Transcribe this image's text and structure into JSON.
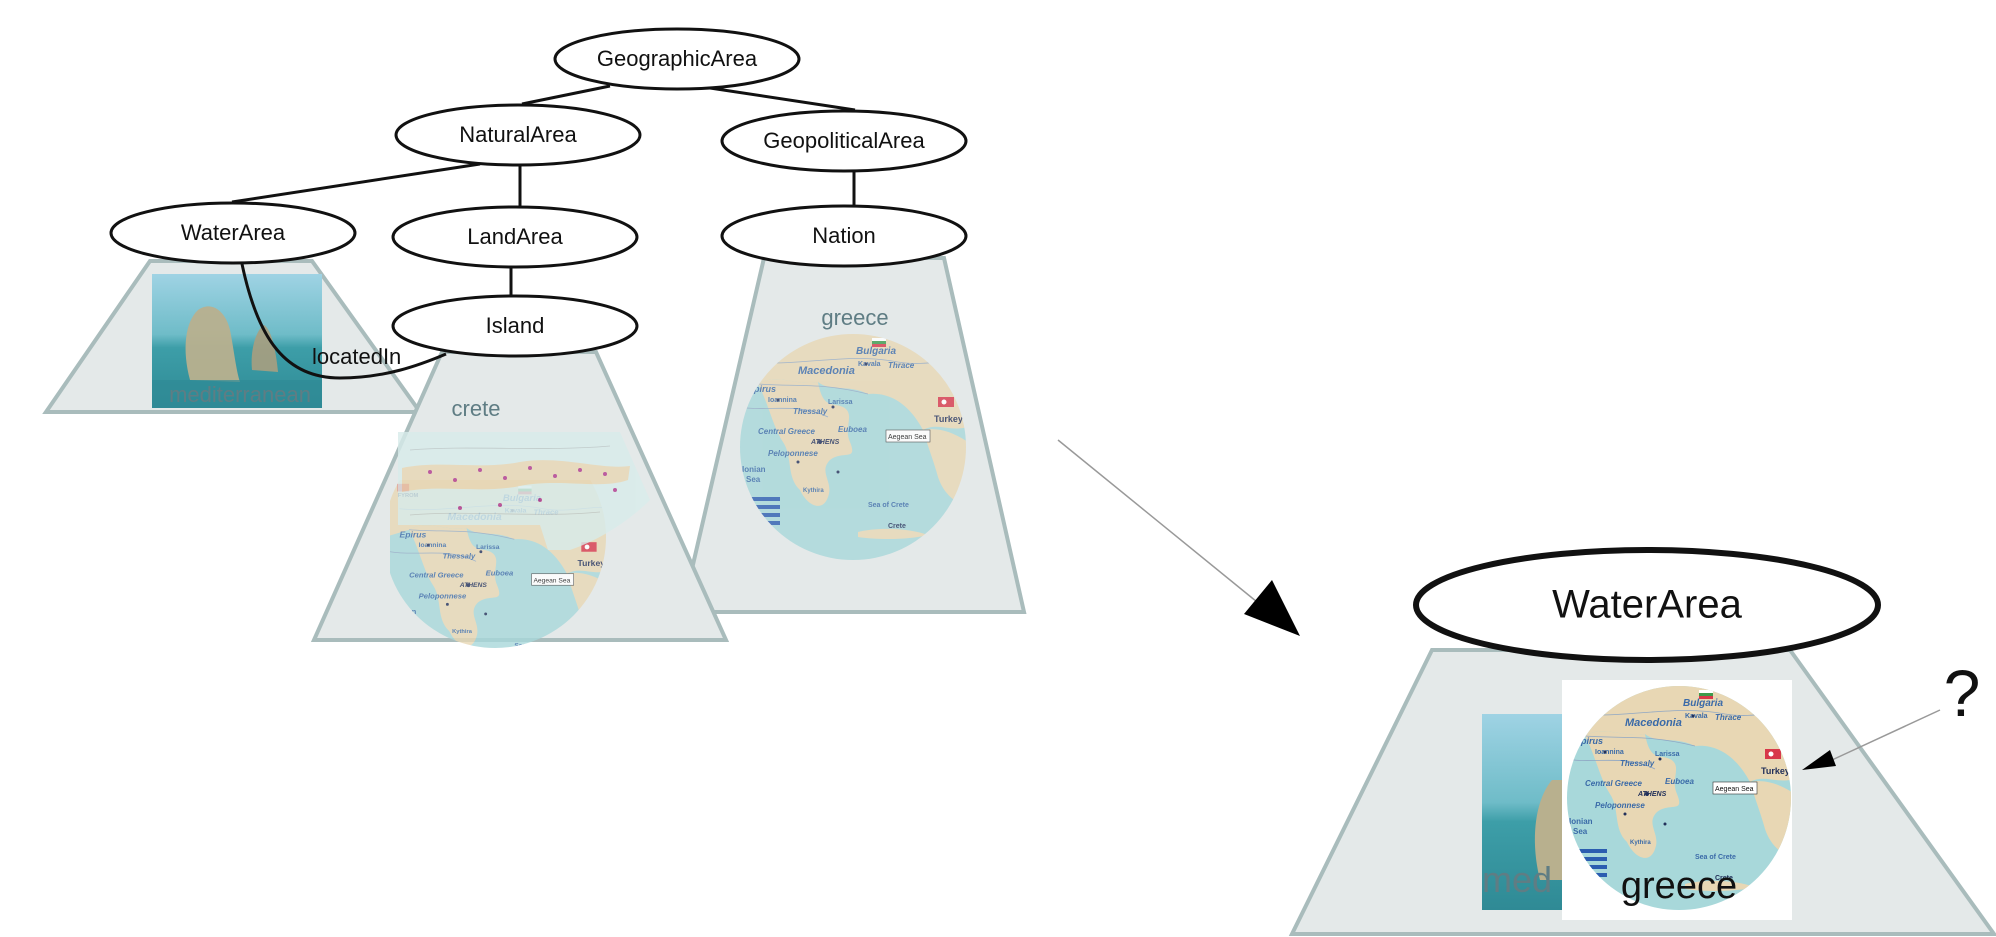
{
  "diagram": {
    "nodes": {
      "geographic_area": "GeographicArea",
      "natural_area": "NaturalArea",
      "geopolitical_area": "GeopoliticalArea",
      "water_area": "WaterArea",
      "land_area": "LandArea",
      "nation": "Nation",
      "island": "Island"
    },
    "relation_label": "locatedIn",
    "instances": {
      "mediterranean": "mediterranean",
      "crete": "crete",
      "greece": "greece"
    },
    "result": {
      "concept": "WaterArea",
      "instance_label": "greece",
      "hidden_instance_label": "med",
      "question_mark": "?"
    },
    "map_labels": {
      "bulgaria": "Bulgaria",
      "macedonia": "Macedonia",
      "thrace": "Thrace",
      "kavala": "Kavala",
      "fyrom": "FYROM",
      "epirus": "Epirus",
      "ioannina": "Ioannina",
      "thessaly": "Thessaly",
      "larissa": "Larissa",
      "central_greece": "Central Greece",
      "euboea": "Euboea",
      "athens": "ATHENS",
      "peloponnese": "Peloponnese",
      "turkey": "Turkey",
      "aegean_sea": "Aegean Sea",
      "ionian_sea": "Ionian Sea",
      "sea_of_crete": "Sea of Crete",
      "crete": "Crete",
      "kythira": "Kythira"
    }
  },
  "colors": {
    "trapezoid_fill": "#e4e9e9",
    "trapezoid_stroke": "#a9bcbc",
    "instance_text": "#5f7d84",
    "sea": "#9fd3d8",
    "land": "#e5d5b3",
    "flag_blue": "#2b5db0",
    "turkey_red": "#d8384a"
  }
}
